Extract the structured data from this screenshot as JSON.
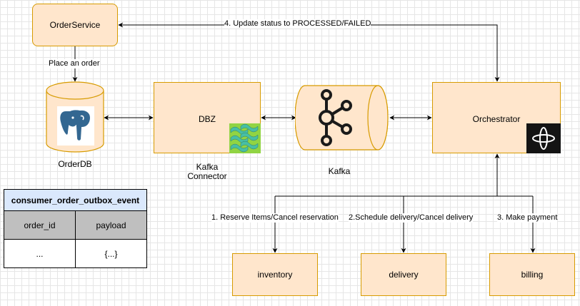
{
  "nodes": {
    "order_service": "OrderService",
    "order_db": "OrderDB",
    "dbz": "DBZ",
    "kafka_connector_line1": "Kafka",
    "kafka_connector_line2": "Connector",
    "kafka": "Kafka",
    "orchestrator": "Orchestrator",
    "inventory": "inventory",
    "delivery": "delivery",
    "billing": "billing"
  },
  "edges": {
    "place_order": "Place an order",
    "update_status": "4. Update status to PROCESSED/FAILED",
    "reserve_items": "1. Reserve Items/Cancel reservation",
    "schedule_delivery": "2.Schedule delivery/Cancel delivery",
    "make_payment": "3. Make payment"
  },
  "outbox_table": {
    "title": "consumer_order_outbox_event",
    "columns": [
      "order_id",
      "payload"
    ],
    "rows": [
      [
        "...",
        "{...}"
      ]
    ]
  },
  "colors": {
    "node_fill": "#ffe6cc",
    "node_stroke": "#d79b00",
    "table_title_fill": "#dae8fc",
    "table_header_fill": "#bfbfbf"
  },
  "icons": [
    "postgresql-elephant-icon",
    "debezium-icon",
    "kafka-icon",
    "temporal-icon"
  ]
}
